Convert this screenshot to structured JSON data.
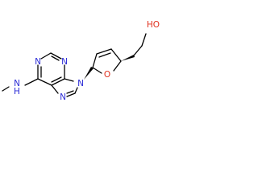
{
  "molecule": {
    "atoms": {
      "n_amine": {
        "text": "N",
        "color": "#2b2bd6"
      },
      "h_amine": {
        "text": "H",
        "color": "#2b2bd6"
      },
      "n1": {
        "text": "N",
        "color": "#2b2bd6"
      },
      "n3": {
        "text": "N",
        "color": "#2b2bd6"
      },
      "n7": {
        "text": "N",
        "color": "#2b2bd6"
      },
      "n9": {
        "text": "N",
        "color": "#2b2bd6"
      },
      "o_ring": {
        "text": "O",
        "color": "#e0301e"
      },
      "ho_group": {
        "text": "HO",
        "color": "#e0301e"
      }
    },
    "stereo_bonds": [
      "N9-C1' (wedge)",
      "C4'-CH2 (wedge)"
    ]
  }
}
